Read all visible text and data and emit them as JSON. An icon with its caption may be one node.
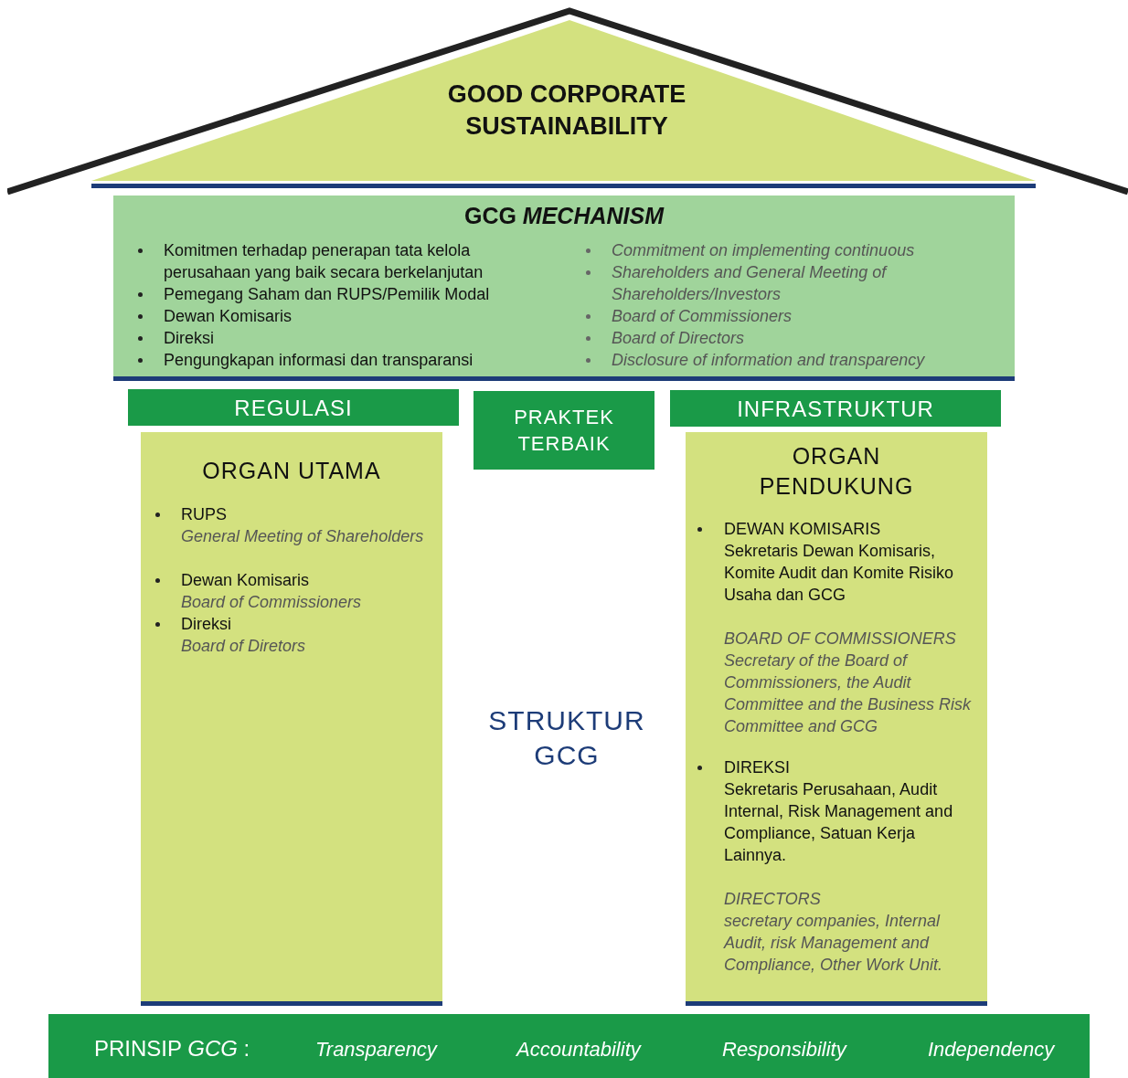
{
  "diagram": {
    "nodes": [
      {
        "text": [
          "GOOD CORPORATE SUSTAINABILITY"
        ]
      },
      {
        "text": [
          "GCG *MECHANISM*",
          "Komitmen terhadap penerapan tata kelola perusahaan yang baik secara berkelanjutan",
          "Pemegang Saham dan RUPS/Pemilik Modal",
          "Dewan Komisaris",
          "Direksi",
          "Pengungkapan informasi dan transparansi",
          "Commitment on implementing continuous",
          "Shareholders and General Meeting of Shareholders/Investors",
          "Board of Commissioners",
          "Board of Directors",
          "Disclosure of information and transparency"
        ]
      },
      {
        "text": [
          "REGULASI"
        ]
      },
      {
        "text": [
          "PRAKTEK TERBAIK"
        ]
      },
      {
        "text": [
          "INFRASTRUKTUR"
        ]
      },
      {
        "text": [
          "ORGAN UTAMA",
          "RUPS",
          "General Meeting of Shareholders",
          "Dewan Komisaris",
          "Board of Commissioners",
          "Direksi",
          "Board of Diretors"
        ]
      },
      {
        "text": [
          "ORGAN PENDUKUNG",
          "DEWAN KOMISARIS",
          "Sekretaris Dewan Komisaris, Komite Audit dan Komite Risiko Usaha dan GCG",
          "BOARD OF COMMISSIONERS",
          "Secretary of the Board of Commissioners, the Audit Committee and the Business Risk Committee and GCG",
          "DIREKSI",
          "Sekretaris Perusahaan, Audit Internal, Risk Management and Compliance, Satuan Kerja Lainnya.",
          "DIRECTORS",
          "secretary companies, Internal Audit, risk Management and Compliance, Other Work Unit."
        ]
      },
      {
        "text": [
          "PRINSIP *GCG* :",
          "Transparency",
          "Accountability",
          "Responsibility",
          "Independency"
        ]
      }
    ],
    "labels": [
      "STRUKTUR GCG"
    ]
  }
}
